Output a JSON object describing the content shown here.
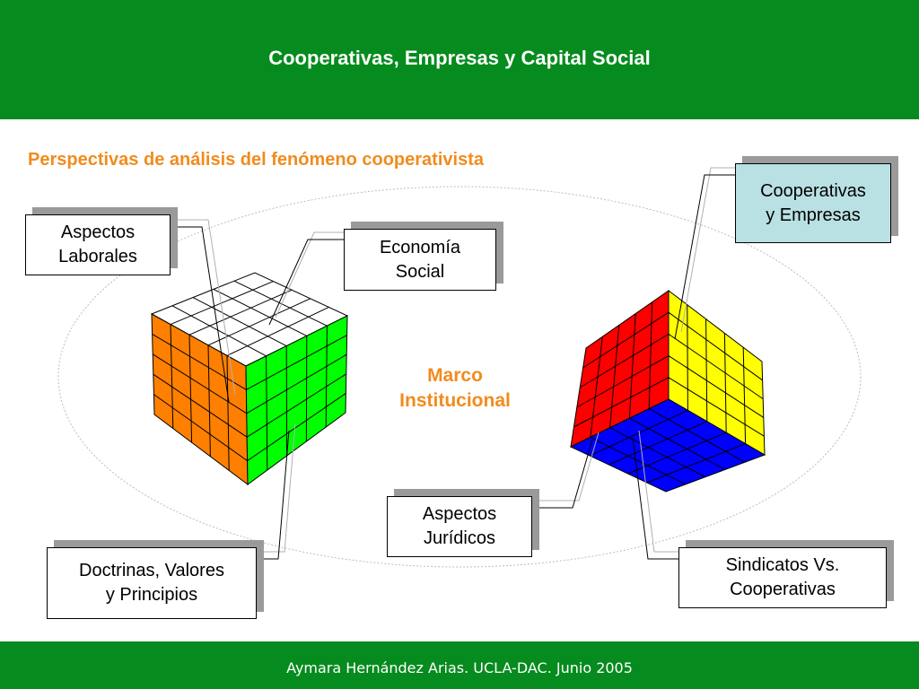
{
  "header": {
    "title": "Cooperativas, Empresas y Capital Social"
  },
  "subtitle": "Perspectivas de análisis del fenómeno cooperativista",
  "center_label": "Marco\nInstitucional",
  "boxes": {
    "aspectos_laborales": "Aspectos\nLaborales",
    "economia_social": "Economía\nSocial",
    "cooperativas_empresas": "Cooperativas\ny Empresas",
    "doctrinas": "Doctrinas, Valores\ny Principios",
    "aspectos_juridicos": "Aspectos\nJurídicos",
    "sindicatos": "Sindicatos Vs.\nCooperativas"
  },
  "colors": {
    "green_band": "#068b1e",
    "accent_orange": "#f08c1e",
    "cube_left_orange": "#ff8000",
    "cube_left_green": "#00ff00",
    "cube_left_top": "#ffffff",
    "cube_right_red": "#ff0000",
    "cube_right_yellow": "#ffff00",
    "cube_right_blue": "#0000ff",
    "highlight_box": "#b9e0e3"
  },
  "footer": {
    "text": "Aymara Hernández Arias.  UCLA-DAC. Junio 2005"
  }
}
